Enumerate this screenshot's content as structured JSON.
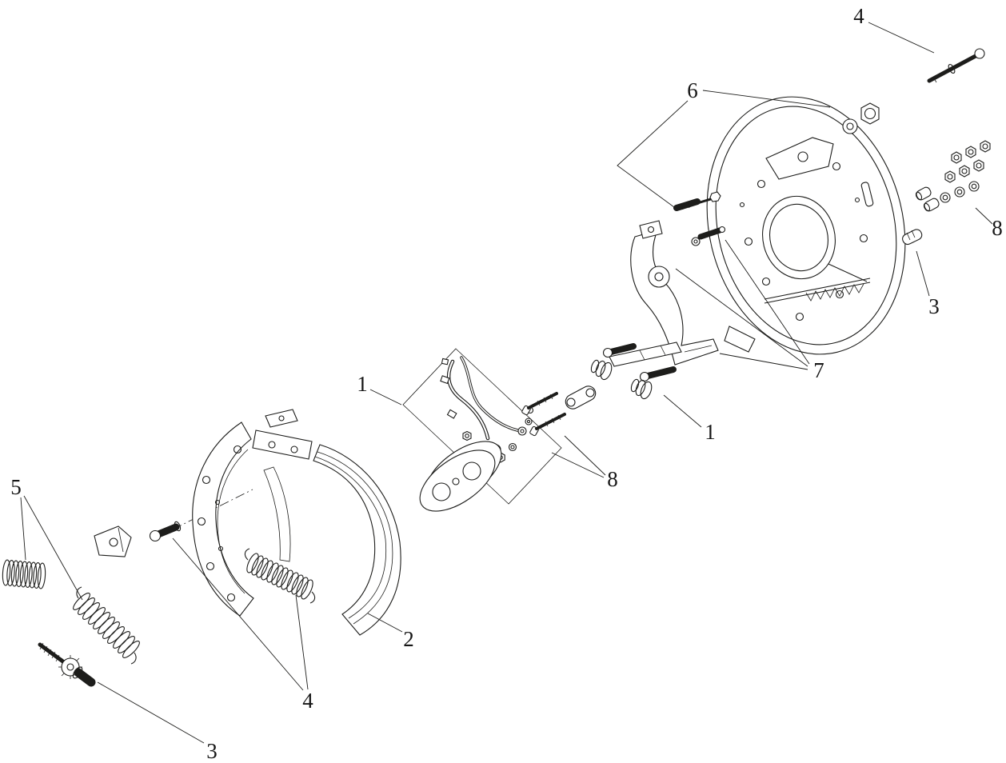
{
  "colors": {
    "background": "#ffffff",
    "line": "#1d1d1b",
    "text": "#161616"
  },
  "diagram": {
    "type": "exploded-parts-diagram",
    "subject": "drum-brake-assembly",
    "callouts": [
      {
        "part": "anchor-pin",
        "label": "4"
      },
      {
        "part": "backing-plate-assembly",
        "label": "6"
      },
      {
        "part": "hardware-kit-right",
        "label": "8"
      },
      {
        "part": "plug-right",
        "label": "3"
      },
      {
        "part": "parking-lever-hardware",
        "label": "7"
      },
      {
        "part": "cable-assembly",
        "label": "1"
      },
      {
        "part": "strut-spring-kit",
        "label": "1"
      },
      {
        "part": "bolt-hardware-middle",
        "label": "8"
      },
      {
        "part": "spring-kit-left",
        "label": "5"
      },
      {
        "part": "brake-shoe",
        "label": "2"
      },
      {
        "part": "shoe-spring-and-pin",
        "label": "4"
      },
      {
        "part": "adjuster-screw",
        "label": "3"
      }
    ]
  }
}
